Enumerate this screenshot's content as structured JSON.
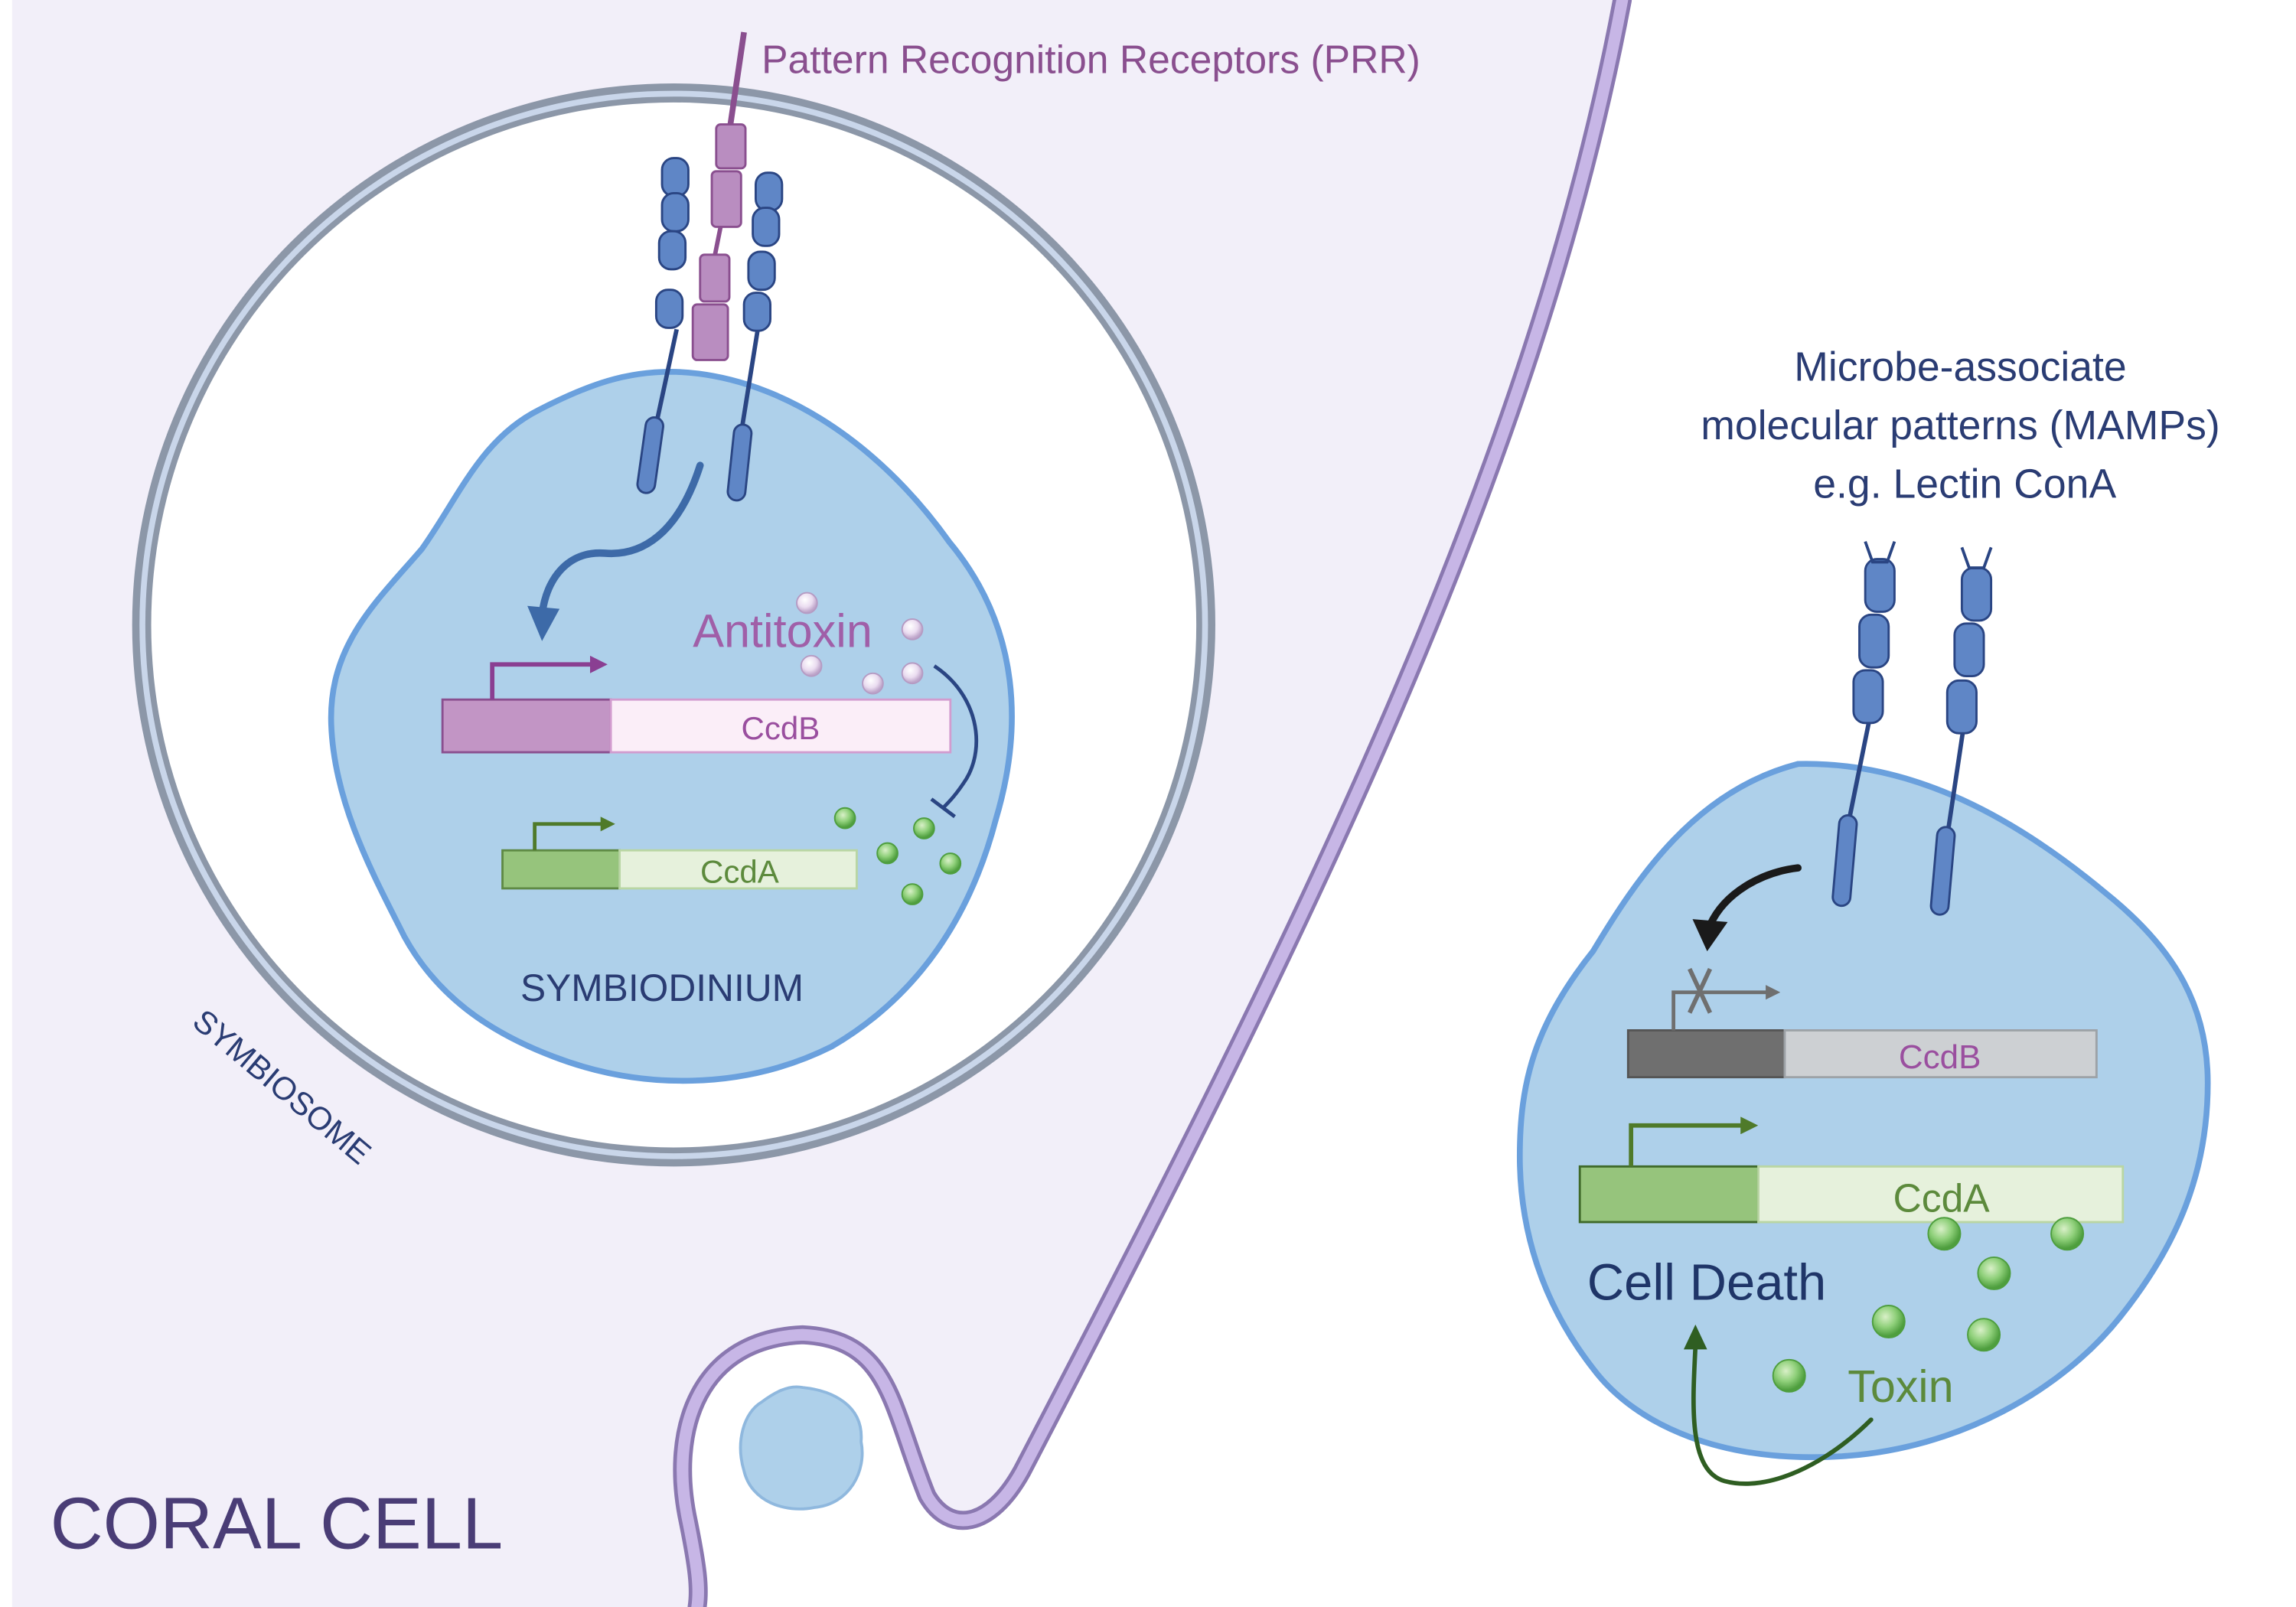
{
  "labels": {
    "coral_cell": "CORAL CELL",
    "symbiosome": "SYMBIOSOME",
    "symbiodinium": "SYMBIODINIUM",
    "prr": "Pattern Recognition Receptors (PRR)",
    "mamps_line1": "Microbe-associate",
    "mamps_line2": "molecular patterns (MAMPs)",
    "mamps_line3": "e.g. Lectin ConA",
    "antitoxin": "Antitoxin",
    "toxin": "Toxin",
    "cell_death": "Cell Death"
  },
  "genes": {
    "left_toxin_gene": "CcdB",
    "left_antitoxin_gene": "CcdA",
    "right_toxin_gene": "CcdB",
    "right_antitoxin_gene": "CcdA"
  },
  "colors": {
    "coral_cytoplasm": "#f2eff9",
    "coral_membrane": "#b9a6dc",
    "coral_membrane_edge": "#8a78b0",
    "symbiosome_fill": "#c9d6ea",
    "symbiosome_edge": "#8c97a8",
    "cell_fill": "#aed0ea",
    "cell_edge": "#6aa0dd",
    "receptor_blue": "#5f86c6",
    "receptor_dark": "#2a4583",
    "prr_purple": "#b98dc0",
    "prr_purple_dark": "#8a4f8f",
    "gene_purple": "#c295c5",
    "gene_purple_light": "#fbeef8",
    "gene_green": "#96c47c",
    "gene_green_light": "#e6f1dc",
    "gene_gray": "#6f6f6f",
    "gene_gray_light": "#cdd0d3",
    "navy_text": "#2a3c73",
    "purple_text": "#7a4a8c",
    "green_text": "#5c8a3c",
    "coral_text": "#4a3d76"
  }
}
